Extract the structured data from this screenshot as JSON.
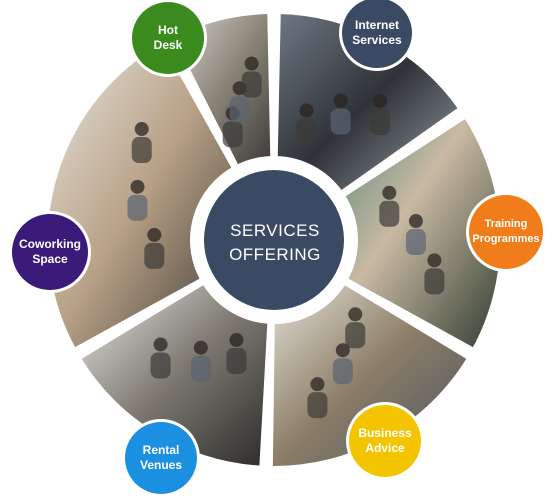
{
  "center": {
    "title": "SERVICES\nOFFERING",
    "color": "#3b4a63"
  },
  "segments": [
    {
      "id": "hot-desk",
      "label": "Hot\nDesk",
      "badge_color": "#3b8a1e",
      "text_color": "#ffffff",
      "icon": "people-at-desks-photo"
    },
    {
      "id": "internet-services",
      "label": "Internet\nServices",
      "badge_color": "#3b4a63",
      "text_color": "#ffffff",
      "icon": "computer-lab-photo"
    },
    {
      "id": "training-programmes",
      "label": "Training\nProgrammes",
      "badge_color": "#f07d1a",
      "text_color": "#ffffff",
      "icon": "circuit-board-training-photo"
    },
    {
      "id": "business-advice",
      "label": "Business\nAdvice",
      "badge_color": "#f5c400",
      "text_color": "#ffffff",
      "icon": "presentation-photo"
    },
    {
      "id": "rental-venues",
      "label": "Rental\nVenues",
      "badge_color": "#1b8fe0",
      "text_color": "#ffffff",
      "icon": "boardroom-photo"
    },
    {
      "id": "coworking-space",
      "label": "Coworking\nSpace",
      "badge_color": "#3a1b7a",
      "text_color": "#ffffff",
      "icon": "coworking-office-photo"
    }
  ]
}
